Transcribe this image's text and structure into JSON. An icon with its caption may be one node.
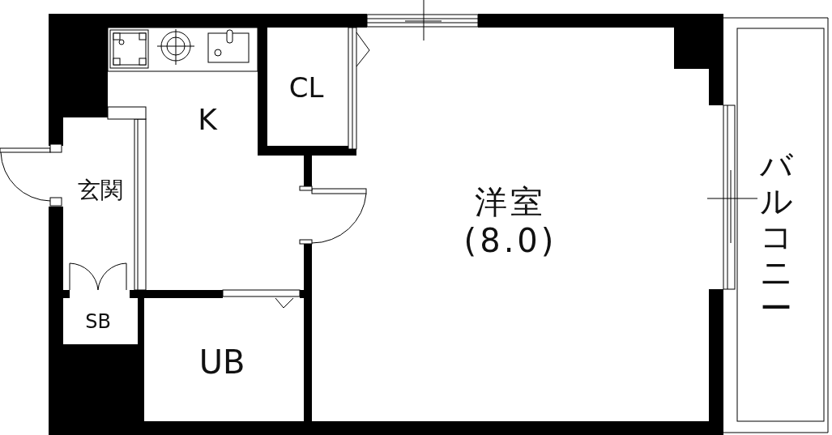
{
  "diagram": {
    "nodes": [
      {
        "text": [
          "K"
        ]
      },
      {
        "text": [
          "CL"
        ]
      },
      {
        "text": [
          "玄関"
        ]
      },
      {
        "text": [
          "洋室 (8.0)"
        ]
      },
      {
        "text": [
          "バルコニー"
        ]
      },
      {
        "text": [
          "SB"
        ]
      },
      {
        "text": [
          "UB"
        ]
      }
    ]
  }
}
